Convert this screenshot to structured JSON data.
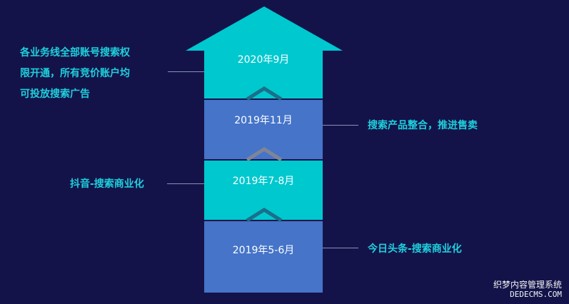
{
  "milestones": [
    {
      "date": "2020年9月",
      "note": "各业务线全部账号搜索权限开通，所有竞价账户均可投放搜索广告",
      "note_lines": [
        "各业务线全部账号搜索权",
        "限开通，所有竞价账户均",
        "可投放搜索广告"
      ],
      "color": "#00c8cf"
    },
    {
      "date": "2019年11月",
      "note": "搜索产品整合，推进售卖",
      "color": "#4574c9"
    },
    {
      "date": "2019年7-8月",
      "note": "抖音-搜索商业化",
      "color": "#00c8cf"
    },
    {
      "date": "2019年5-6月",
      "note": "今日头条-搜索商业化",
      "color": "#4574c9"
    }
  ],
  "colors": {
    "background": "#13134a",
    "cyan": "#00c8cf",
    "blue": "#4574c9",
    "note_text": "#1fd0dc",
    "connector": "#8a8fb2",
    "chevron": "#1a6f8a"
  },
  "watermark": {
    "line1": "织梦内容管理系统",
    "line2": "DEDECMS.COM"
  }
}
